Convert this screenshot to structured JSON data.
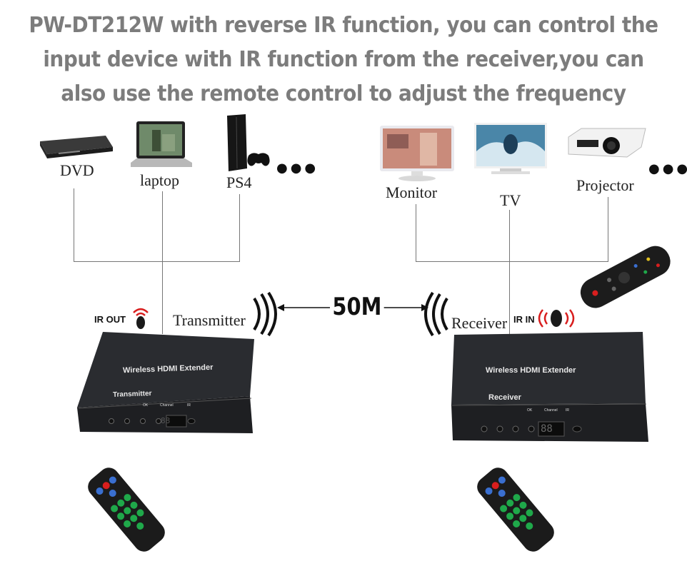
{
  "headline": {
    "line1": "PW-DT212W with reverse IR function, you can  control the",
    "line2": "input device with IR function from the receiver,you can",
    "line3": "also use the remote control to adjust the frequency"
  },
  "sources": {
    "dvd": "DVD",
    "laptop": "laptop",
    "ps4": "PS4",
    "more": "●●●"
  },
  "displays": {
    "monitor": "Monitor",
    "tv": "TV",
    "projector": "Projector",
    "more": "●●●"
  },
  "link": {
    "distance": "50M",
    "transmitter": "Transmitter",
    "receiver": "Receiver",
    "ir_out": "IR OUT",
    "ir_in": "IR IN"
  },
  "devices": {
    "product_name": "Wireless HDMI Extender",
    "tx_label": "Transmitter",
    "rx_label": "Receiver",
    "front_buttons": [
      "OK",
      "Channel",
      "IR"
    ],
    "display_readout": "88"
  },
  "colors": {
    "headline": "#7c7c7c",
    "device_body": "#2a2c30",
    "remote_green": "#1fa84a",
    "remote_blue": "#3a6fd0",
    "ir_red": "#d81e1e"
  }
}
